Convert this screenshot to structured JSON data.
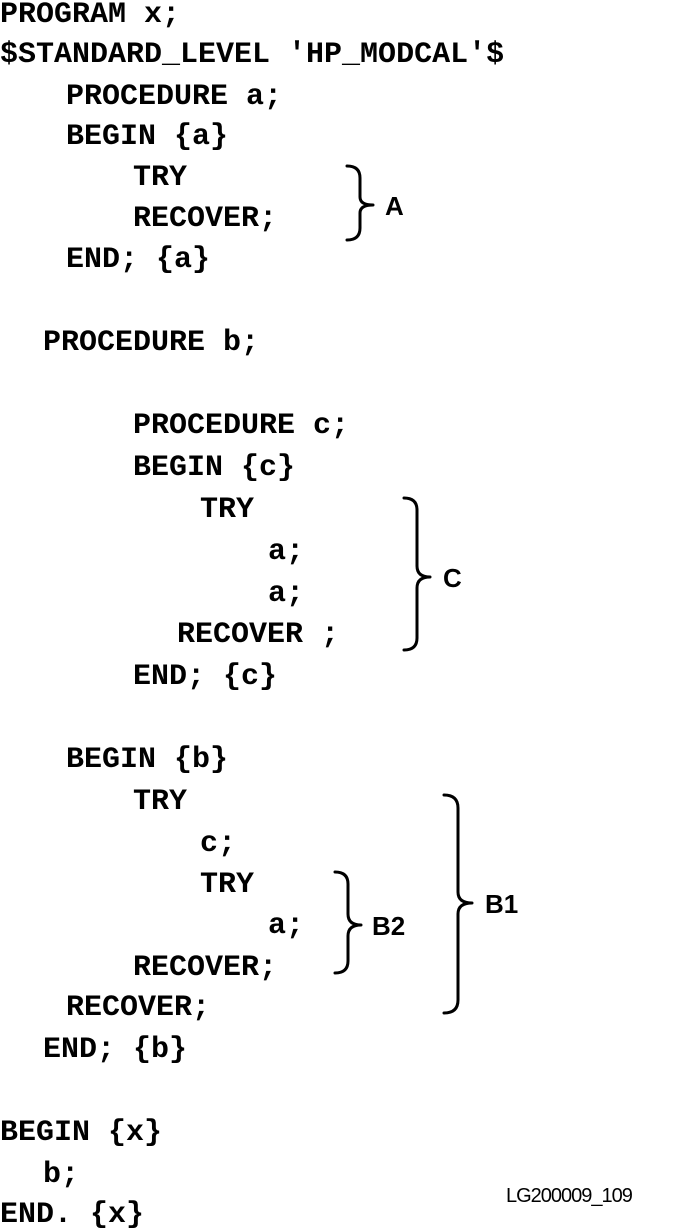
{
  "lines": [
    "PROGRAM x;",
    "$STANDARD_LEVEL 'HP_MODCAL'$",
    "PROCEDURE a;",
    "BEGIN {a}",
    "TRY",
    "RECOVER;",
    "END; {a}",
    "PROCEDURE b;",
    "PROCEDURE c;",
    "BEGIN {c}",
    "TRY",
    "a;",
    "a;",
    "RECOVER ;",
    "END; {c}",
    "BEGIN {b}",
    "TRY",
    "c;",
    "TRY",
    "a;",
    "RECOVER;",
    "RECOVER;",
    "END; {b}",
    "BEGIN {x}",
    "b;",
    "END. {x}"
  ],
  "braces": {
    "a": "A",
    "c": "C",
    "b2": "B2",
    "b1": "B1"
  },
  "figure_id": "LG200009_109"
}
